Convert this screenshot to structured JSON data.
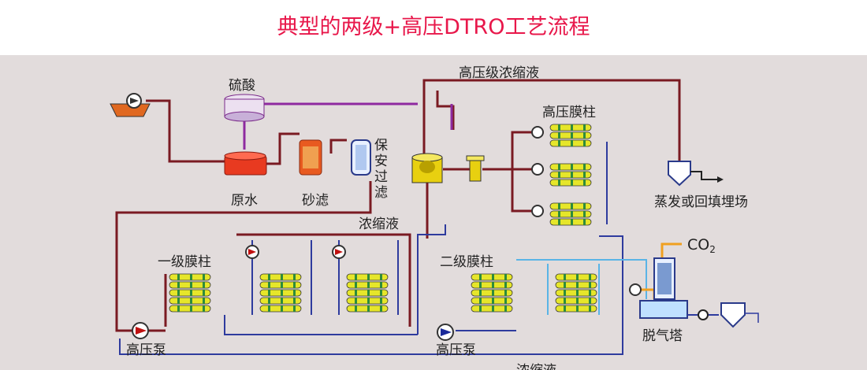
{
  "title": "典型的两级+高压DTRO工艺流程",
  "labels": {
    "sulfuric_acid": "硫酸",
    "raw_water": "原水",
    "sand_filter": "砂滤",
    "safety_filter": [
      "保",
      "安",
      "过",
      "滤"
    ],
    "hp_concentrate": "高压级浓缩液",
    "hp_membrane": "高压膜柱",
    "evaporation": "蒸发或回填埋场",
    "concentrate_top": "浓缩液",
    "stage1_membrane": "一级膜柱",
    "stage2_membrane": "二级膜柱",
    "co2": "CO",
    "co2_sub": "2",
    "degassing": "脱气塔",
    "hp_pump_1": "高压泵",
    "hp_pump_2": "高压泵",
    "concentrate_bottom": "浓缩液"
  },
  "colors": {
    "title": "#e8174a",
    "panel": "#e2dcdc",
    "pipe_feed": "#7a1a22",
    "pipe_acid": "#8e2aa0",
    "pipe_permeate": "#2e3b9e",
    "pipe_light": "#5ab4e6",
    "pipe_co2": "#f0a020",
    "membrane": "#e6e62a",
    "membrane_band": "#2e8b3c"
  }
}
